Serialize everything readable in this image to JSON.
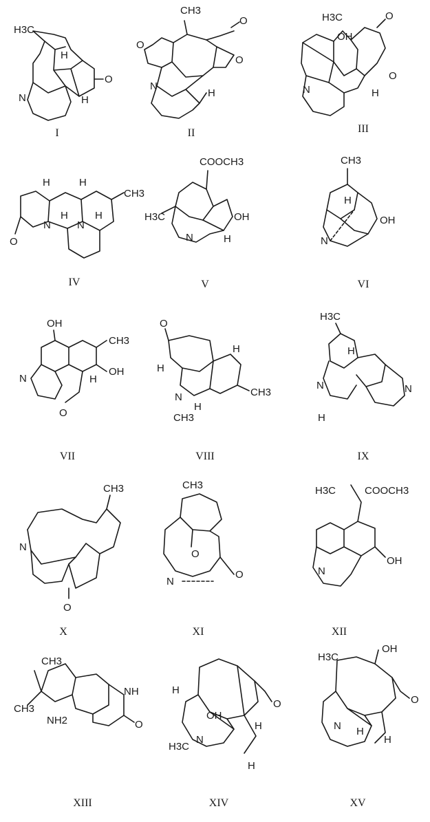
{
  "compounds": [
    {
      "id": "I",
      "labels": [
        "H3C",
        "H",
        "N",
        "O",
        "H"
      ]
    },
    {
      "id": "II",
      "labels": [
        "CH3",
        "O",
        "O",
        "O",
        "N",
        "H"
      ]
    },
    {
      "id": "III",
      "labels": [
        "H3C",
        "O",
        "OH",
        "O",
        "N",
        "H"
      ]
    },
    {
      "id": "IV",
      "labels": [
        "H",
        "H",
        "CH3",
        "N",
        "H",
        "N",
        "H",
        "O"
      ]
    },
    {
      "id": "V",
      "labels": [
        "COOCH3",
        "H3C",
        "OH",
        "N",
        "H"
      ]
    },
    {
      "id": "VI",
      "labels": [
        "CH3",
        "H",
        "OH",
        "N"
      ]
    },
    {
      "id": "VII",
      "labels": [
        "OH",
        "CH3",
        "OH",
        "N",
        "H",
        "O"
      ]
    },
    {
      "id": "VIII",
      "labels": [
        "O",
        "H",
        "H",
        "N",
        "H",
        "CH3",
        "CH3"
      ]
    },
    {
      "id": "IX",
      "labels": [
        "H3C",
        "H",
        "N",
        "N",
        "H"
      ]
    },
    {
      "id": "X",
      "labels": [
        "CH3",
        "N",
        "O"
      ]
    },
    {
      "id": "XI",
      "labels": [
        "CH3",
        "O",
        "N",
        "O"
      ]
    },
    {
      "id": "XII",
      "labels": [
        "H3C",
        "COOCH3",
        "N",
        "OH"
      ]
    },
    {
      "id": "XIII",
      "labels": [
        "CH3",
        "CH3",
        "NH2",
        "NH",
        "O"
      ]
    },
    {
      "id": "XIV",
      "labels": [
        "H",
        "OH",
        "O",
        "H3C",
        "N",
        "H",
        "H"
      ]
    },
    {
      "id": "XV",
      "labels": [
        "H3C",
        "OH",
        "O",
        "N",
        "H",
        "H"
      ]
    }
  ]
}
